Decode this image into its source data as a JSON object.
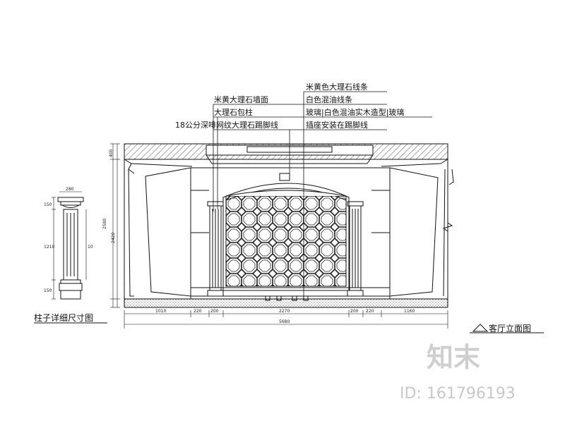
{
  "annotations": {
    "left": [
      "米黄大理石墙面",
      "大理石包柱",
      "18公分深啡网纹大理石踢脚线"
    ],
    "right": [
      "米黄色大理石线条",
      "白色混油线条",
      "玻璃|白色混油实木造型|玻璃",
      "插座安装在踢脚线"
    ]
  },
  "dimensions": {
    "bottom_row1": [
      "1010",
      "220",
      "200",
      "2270",
      "200",
      "220",
      "1160"
    ],
    "bottom_total": "5680",
    "height_top": "400",
    "height_mid": "2580",
    "height_left": "2420",
    "column_width": "280",
    "column_parts": [
      "150",
      "1210",
      "150"
    ],
    "column_side": "10"
  },
  "captions": {
    "column": "柱子详细尺寸图",
    "elevation": "客厅立面图"
  },
  "watermark": {
    "logo": "知末",
    "id": "ID: 161796193"
  }
}
